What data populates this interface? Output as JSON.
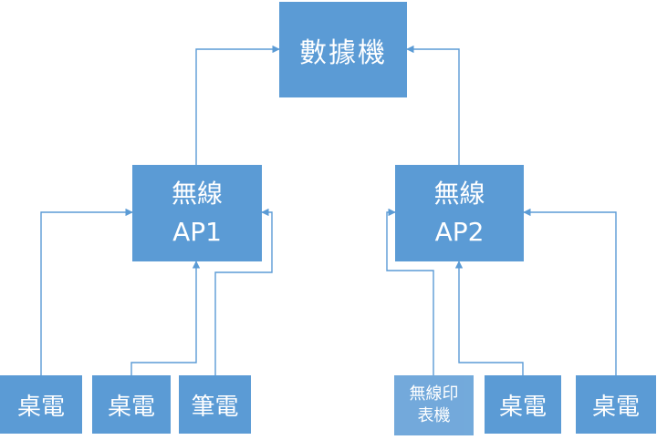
{
  "colors": {
    "box": "#5b9bd5",
    "connector": "#5b9bd5",
    "text": "#ffffff"
  },
  "server": {
    "label": "數據機"
  },
  "ap1": {
    "line1": "無線",
    "line2": "AP1"
  },
  "ap2": {
    "line1": "無線",
    "line2": "AP2"
  },
  "devices": [
    {
      "label": "桌電"
    },
    {
      "label": "桌電"
    },
    {
      "label": "筆電"
    },
    {
      "line1": "無線印",
      "line2": "表機"
    },
    {
      "label": "桌電"
    },
    {
      "label": "桌電"
    }
  ]
}
